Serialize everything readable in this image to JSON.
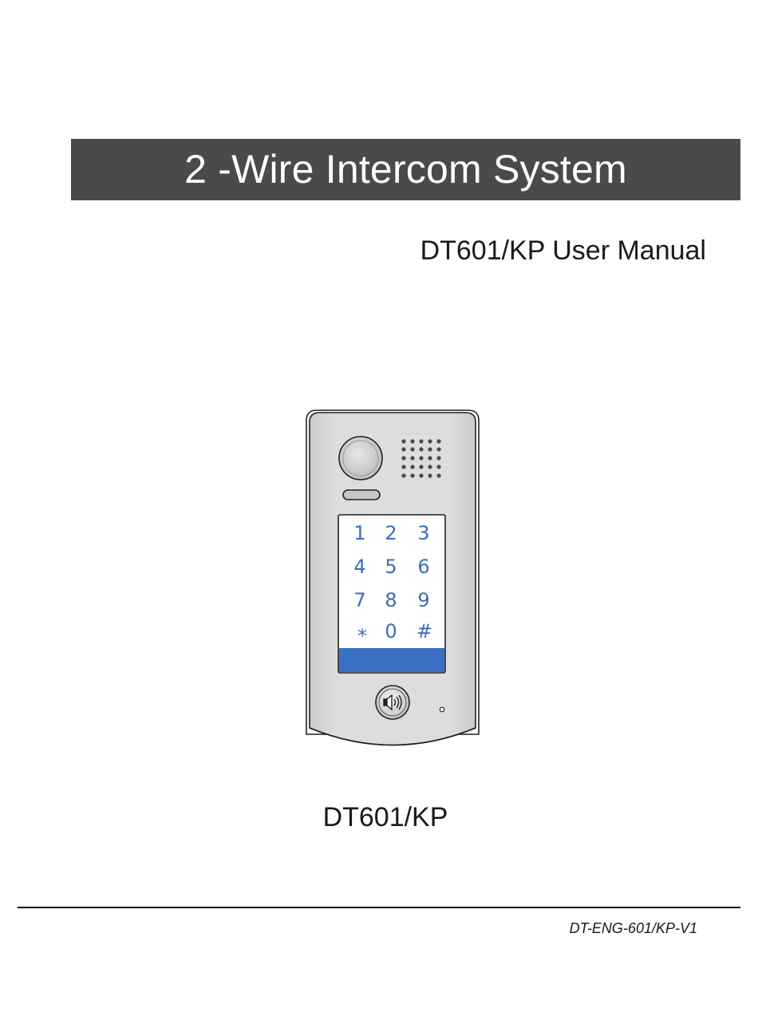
{
  "document": {
    "title": "2 -Wire Intercom System",
    "subtitle": "DT601/KP User Manual",
    "model_caption": "DT601/KP",
    "doc_code": "DT-ENG-601/KP-V1"
  },
  "device": {
    "keypad_keys": [
      "1",
      "2",
      "3",
      "4",
      "5",
      "6",
      "7",
      "8",
      "9",
      "*",
      "0",
      "#"
    ],
    "panel_color": "#d8d9da",
    "keypad_text_color": "#3b6fb6",
    "keypad_bar_color": "#3a70c3",
    "call_button_icon": "speaker-icon"
  },
  "colors": {
    "banner": "#4b4a4b"
  }
}
